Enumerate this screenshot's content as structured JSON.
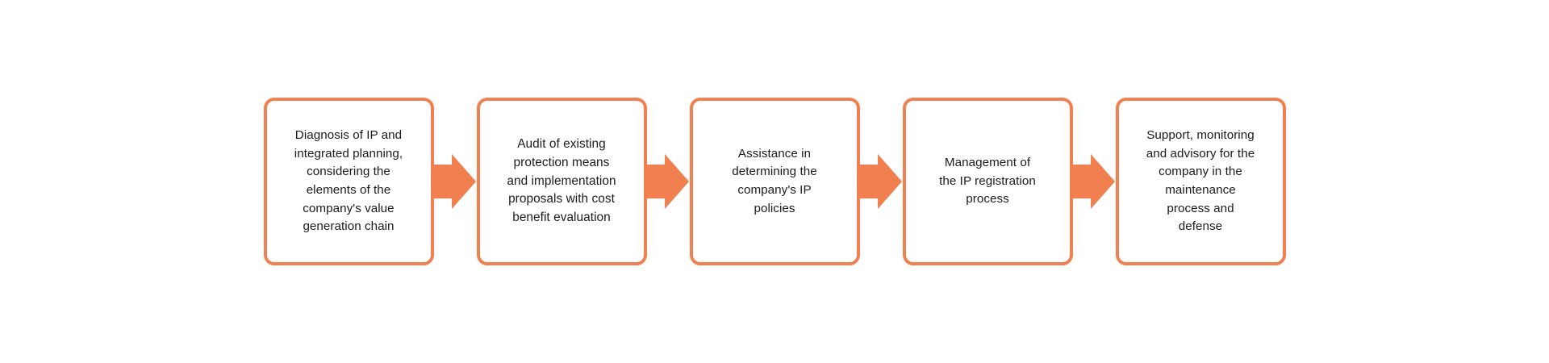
{
  "diagram": {
    "type": "process-flow",
    "orientation": "horizontal",
    "background_color": "#ffffff",
    "accent_color": "#F08050",
    "text_color": "#1b1b1b",
    "box_fill": "#ffffff",
    "steps": [
      {
        "index": 1,
        "text": "Diagnosis of IP and\nintegrated planning,\nconsidering the\nelements of the\ncompany's value\ngeneration chain"
      },
      {
        "index": 2,
        "text": "Audit of existing\nprotection means\nand implementation\nproposals with cost\nbenefit evaluation"
      },
      {
        "index": 3,
        "text": "Assistance in\ndetermining the\ncompany's IP\npolicies"
      },
      {
        "index": 4,
        "text": "Management of\nthe IP registration\nprocess"
      },
      {
        "index": 5,
        "text": "Support, monitoring\nand advisory for the\ncompany in the\nmaintenance\nprocess and\ndefense"
      }
    ],
    "connectors": [
      {
        "index": 1,
        "icon": "arrow-right-icon",
        "from_step": 1,
        "to_step": 2
      },
      {
        "index": 2,
        "icon": "arrow-right-icon",
        "from_step": 2,
        "to_step": 3
      },
      {
        "index": 3,
        "icon": "arrow-right-icon",
        "from_step": 3,
        "to_step": 4
      },
      {
        "index": 4,
        "icon": "arrow-right-icon",
        "from_step": 4,
        "to_step": 5
      }
    ]
  }
}
